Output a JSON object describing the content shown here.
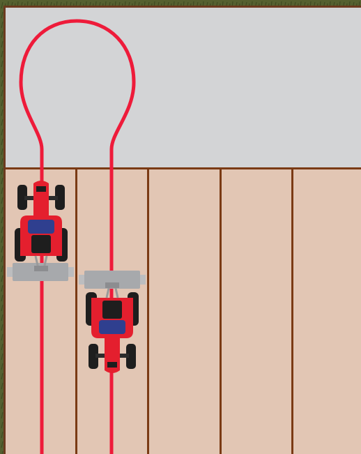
{
  "diagram": {
    "subject": "tractor-headland-turn-path",
    "colors": {
      "grass": "#556030",
      "grass_dark": "#3f4a22",
      "field_border": "#6b3a1f",
      "headland": "#d3d4d6",
      "strip_fill": "#e2c6b4",
      "strip_line": "#7a3a14",
      "path": "#ee1b3a",
      "tractor_body": "#e41f2e",
      "tractor_cab": "#2f3f8f",
      "tyre": "#1e1e1e",
      "implement": "#a7a9ac"
    },
    "strip_count": 5,
    "tractors": [
      {
        "name": "tractor-front",
        "heading": "up"
      },
      {
        "name": "tractor-rear",
        "heading": "down"
      }
    ],
    "icons": [
      "tractor-icon",
      "implement-icon"
    ]
  }
}
